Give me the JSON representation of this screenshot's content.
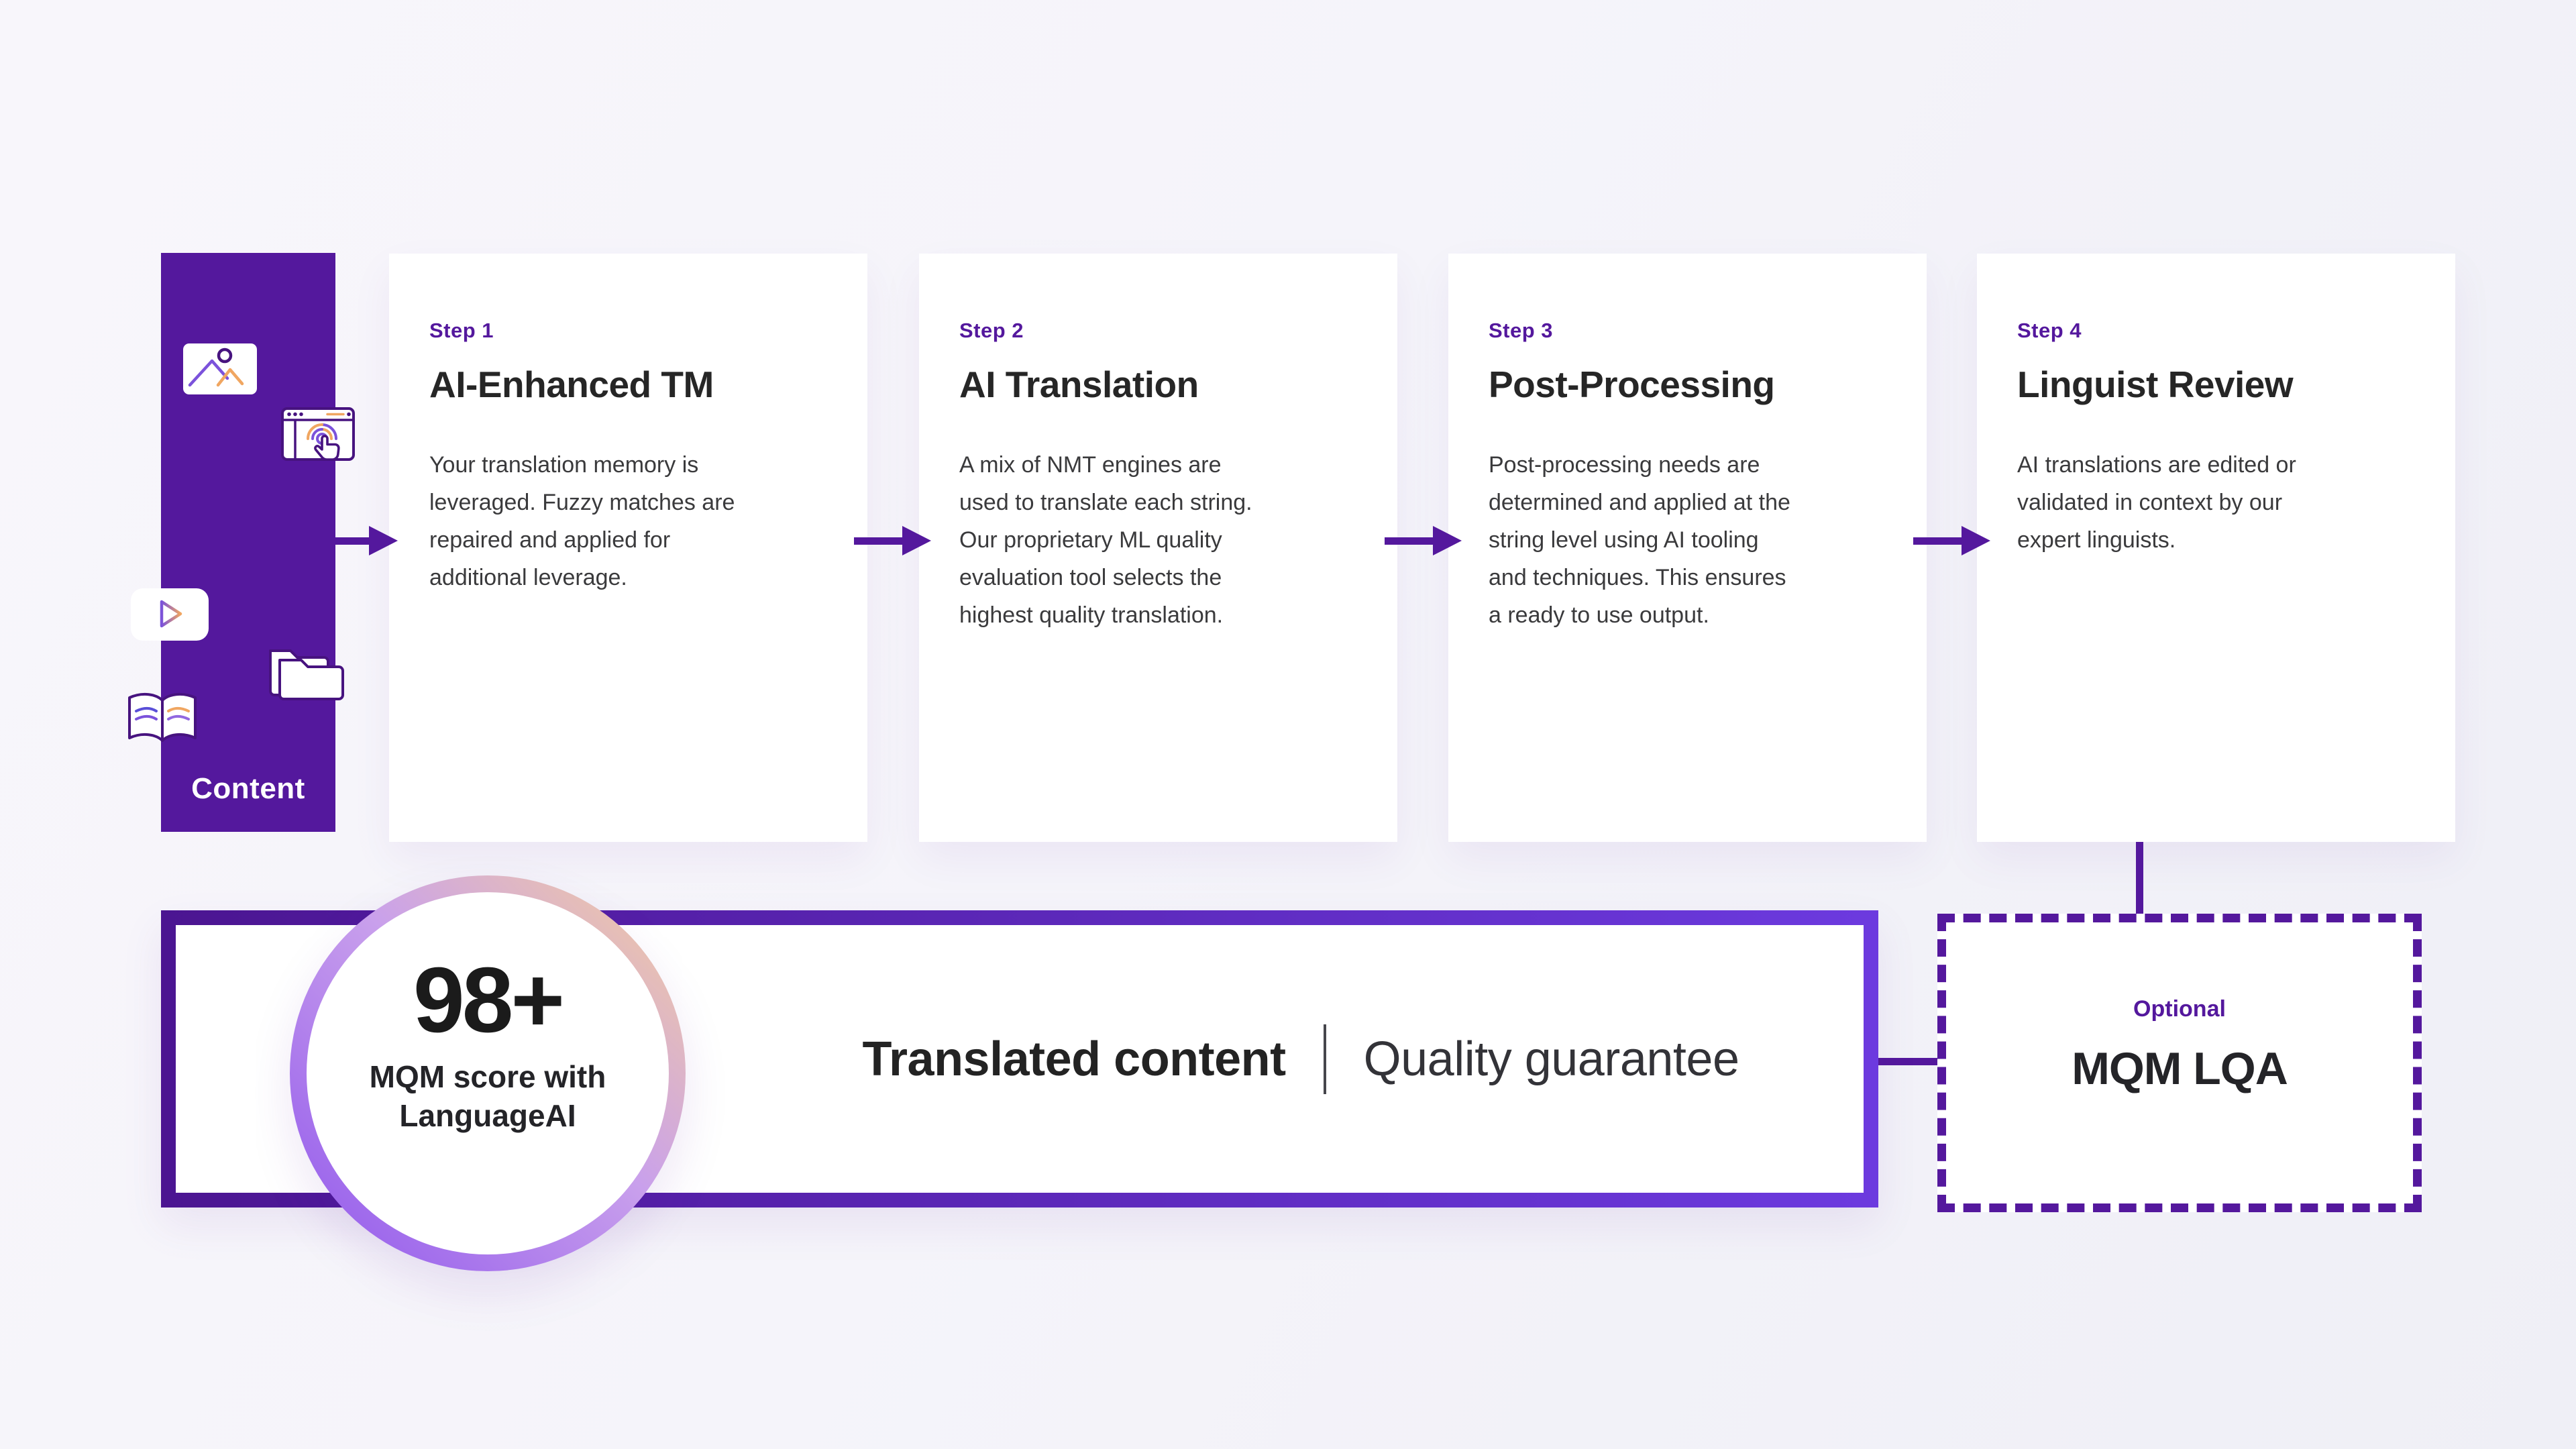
{
  "palette": {
    "purple": "#54189D",
    "rectA": "#4B1591",
    "rectB": "#6C3ADF",
    "ringA": "#8F55EC",
    "ringB": "#C9A0EC",
    "ringC": "#F5CE9B",
    "heading": "#262626",
    "bodytext": "#3A3A3C",
    "divider": "#46464C",
    "iconOutline": "#47137F",
    "iconPurple": "#7B52DB",
    "iconOrange": "#F0A661"
  },
  "sidebar": {
    "label": "Content",
    "icons": [
      "image-icon",
      "browser-click-icon",
      "video-play-icon",
      "folder-icon",
      "book-icon"
    ]
  },
  "steps": [
    {
      "label": "Step 1",
      "title": "AI-Enhanced TM",
      "body": "Your translation memory is leveraged. Fuzzy matches are repaired and applied for additional leverage."
    },
    {
      "label": "Step 2",
      "title": "AI Translation",
      "body": "A mix of NMT engines are used to translate each string. Our proprietary ML quality evaluation tool selects the highest quality translation."
    },
    {
      "label": "Step 3",
      "title": "Post-Processing",
      "body": "Post-processing needs are determined and applied at the string level using AI tooling and techniques. This ensures a ready to use output."
    },
    {
      "label": "Step 4",
      "title": "Linguist Review",
      "body": "AI translations are edited or validated in context by our expert linguists."
    }
  ],
  "result_banner": {
    "score": "98+",
    "score_caption": "MQM score with LanguageAI",
    "primary_label": "Translated content",
    "secondary_label": "Quality guarantee"
  },
  "optional_box": {
    "tag": "Optional",
    "title": "MQM LQA"
  }
}
